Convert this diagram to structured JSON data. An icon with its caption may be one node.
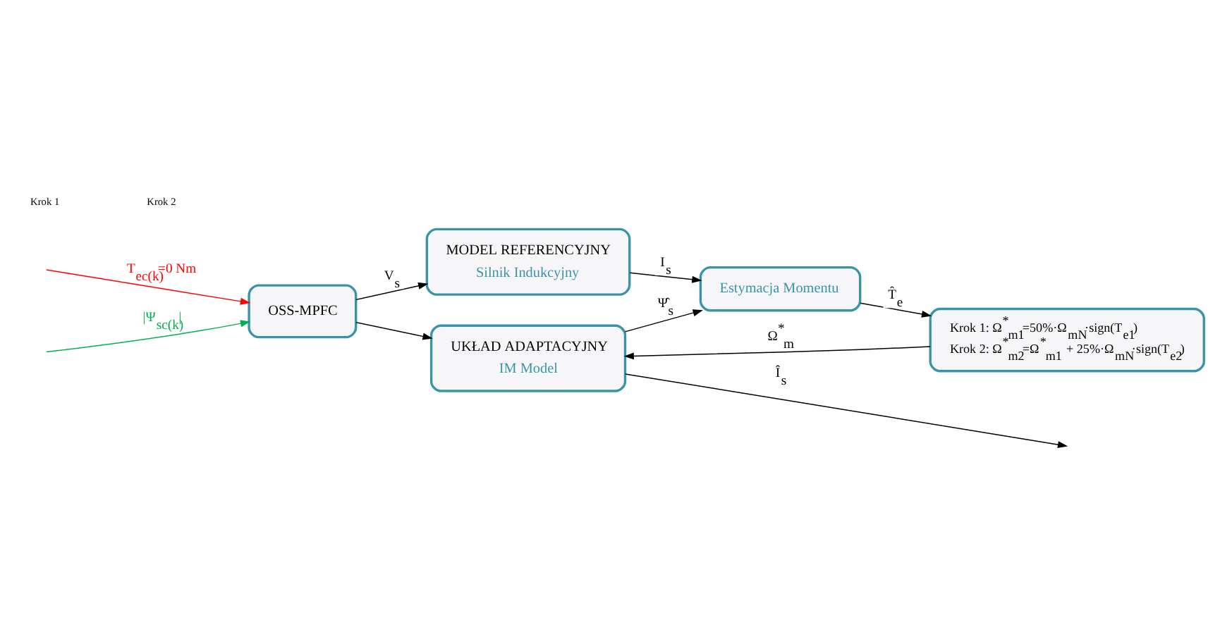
{
  "diagram": {
    "nodes": [
      {
        "text": [
          "OSS-MPFC"
        ]
      },
      {
        "text": [
          "MODEL REFERENCYJNY",
          "Silnik Indukcyjny"
        ]
      },
      {
        "text": [
          "UKŁAD ADAPTACYJNY",
          "IM Model"
        ]
      },
      {
        "text": [
          "Krok 1: Ω$^{*}$$_{m1}$=50%·Ω$_{mN}$·sign(T$_{e1}$)",
          "Krok 2: Ω$^{*}$$_{m2}$=Ω$^{*}$$_{m1}$ + 25%·Ω$_{mN}$·sign(T$_{e2}$)"
        ]
      },
      {
        "text": [
          "Estymacja Momentu"
        ]
      }
    ],
    "edges": [
      {
        "from": null,
        "to": 0,
        "arrow": "to",
        "label": "T$_{ec(k)}$=0 Nm",
        "color": "#ff0000"
      },
      {
        "from": null,
        "to": 0,
        "arrow": "to",
        "label": "|Ψ$_{sc(k)}$|",
        "color": "#00b050"
      },
      {
        "from": 0,
        "to": 1,
        "arrow": "to",
        "label": "V$_{s}$"
      },
      {
        "from": 0,
        "to": 2,
        "arrow": "to"
      },
      {
        "from": 1,
        "to": 4,
        "arrow": "to",
        "label": "I$_{s}$"
      },
      {
        "from": 2,
        "to": 4,
        "arrow": "to",
        "label": "Ψ̂$_{s}$"
      },
      {
        "from": 2,
        "to": null,
        "arrow": "to",
        "label": "Î$_{s}$"
      },
      {
        "from": 4,
        "to": 3,
        "arrow": "to",
        "label": "T̂$_{e}$"
      },
      {
        "from": 3,
        "to": 2,
        "arrow": "to",
        "label": "Ω$^{*}$$_{m}$"
      }
    ],
    "labels": [
      "Krok 1",
      "Krok 2"
    ]
  }
}
